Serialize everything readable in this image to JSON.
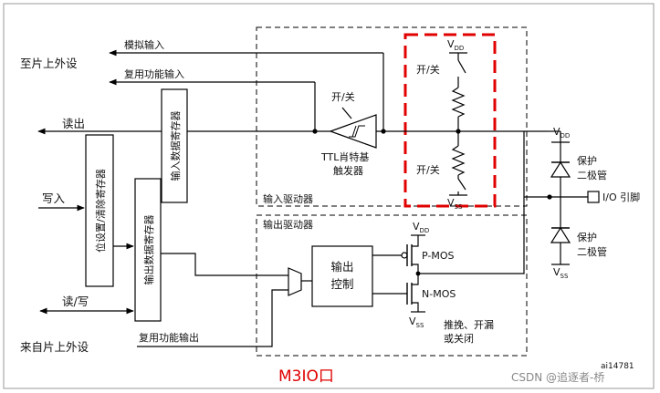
{
  "labels": {
    "to_peripheral": "至片上外设",
    "from_peripheral": "来自片上外设",
    "analog_input": "模拟输入",
    "alt_input": "复用功能输入",
    "read_out": "读出",
    "write_in": "写入",
    "read_write": "读/写",
    "alt_output": "复用功能输出",
    "bsrr": "位设置/清除寄存器",
    "idr": "输入数据寄存器",
    "odr": "输出数据寄存器",
    "switch_mid": "开/关",
    "switch_top": "开/关",
    "switch_bottom": "开/关",
    "ttl_line1": "TTL肖特基",
    "ttl_line2": "触发器",
    "input_driver": "输入驱动器",
    "output_driver": "输出驱动器",
    "out_ctrl_line1": "输出",
    "out_ctrl_line2": "控制",
    "pmos": "P-MOS",
    "nmos": "N-MOS",
    "mode_line1": "推挽、开漏",
    "mode_line2": "或关闭",
    "vdd_base": "V",
    "vdd_sub": "DD",
    "vss_base": "V",
    "vss_sub": "SS",
    "protect_top_1": "保护",
    "protect_top_2": "二极管",
    "protect_bot_1": "保护",
    "protect_bot_2": "二极管",
    "io_pin": "I/O 引脚",
    "fig_code": "ai14781",
    "caption": "M3IO口",
    "watermark": "CSDN @追逐者-桥"
  },
  "colors": {
    "line": "#000000",
    "highlight": "#e00000",
    "caption": "#e00000",
    "watermark": "#888888"
  }
}
